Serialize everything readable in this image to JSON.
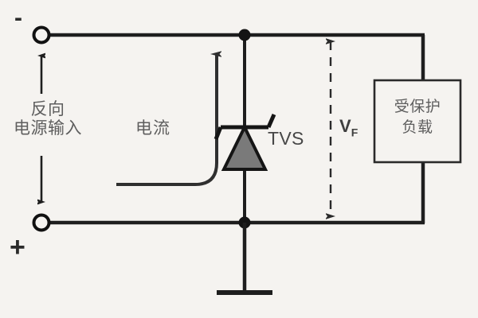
{
  "diagram": {
    "title": "TVS reverse polarity protection circuit",
    "background_color": "#f5f3f0",
    "wire_color": "#1e1e1e",
    "text_color": "#5b5b5b",
    "diode_fill_color": "#7a7a7a"
  },
  "labels": {
    "minus_terminal": "-",
    "plus_terminal": "+",
    "reverse_supply": "反向\n电源输入",
    "current": "电流",
    "tvs": "TVS",
    "vf_symbol": "V",
    "vf_subscript": "F",
    "protected_load": "受保护\n负载"
  },
  "components": {
    "terminal_negative": "open-circle-terminal",
    "terminal_positive": "open-circle-terminal",
    "tvs_diode": "bidirectional-zener-diode",
    "load_block": "protected-load-box",
    "ground": "earth-ground-symbol",
    "junction_top": "wire-junction-dot",
    "junction_bottom": "wire-junction-dot"
  },
  "annotations": {
    "current_flow": "curved-arrow-upward",
    "voltage_measure": "dashed-double-arrow",
    "supply_arrow_up": "solid-arrow-up",
    "supply_arrow_down": "solid-arrow-down"
  }
}
